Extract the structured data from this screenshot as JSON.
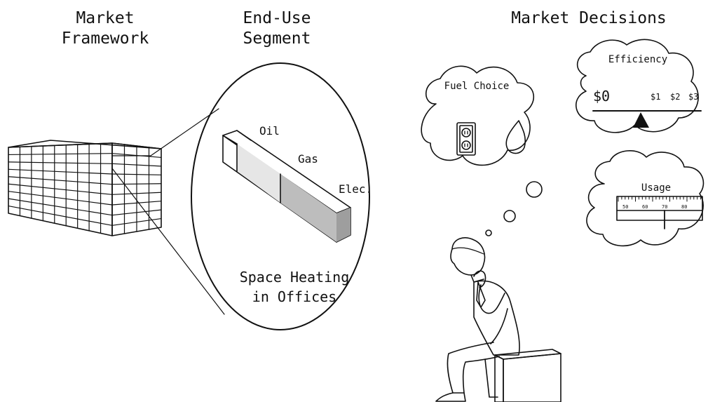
{
  "headers": {
    "market_framework": [
      "Market",
      "Framework"
    ],
    "end_use_segment": [
      "End-Use",
      "Segment"
    ],
    "market_decisions": "Market Decisions"
  },
  "segment": {
    "fuels": [
      "Oil",
      "Gas",
      "Elec."
    ],
    "caption": [
      "Space Heating",
      "in Offices"
    ]
  },
  "decisions": {
    "fuel_choice": "Fuel Choice",
    "efficiency": "Efficiency",
    "efficiency_base": "$0",
    "efficiency_options": [
      "$1",
      "$2",
      "$3"
    ],
    "usage": "Usage",
    "usage_ticks": [
      "50",
      "60",
      "70",
      "80"
    ]
  }
}
